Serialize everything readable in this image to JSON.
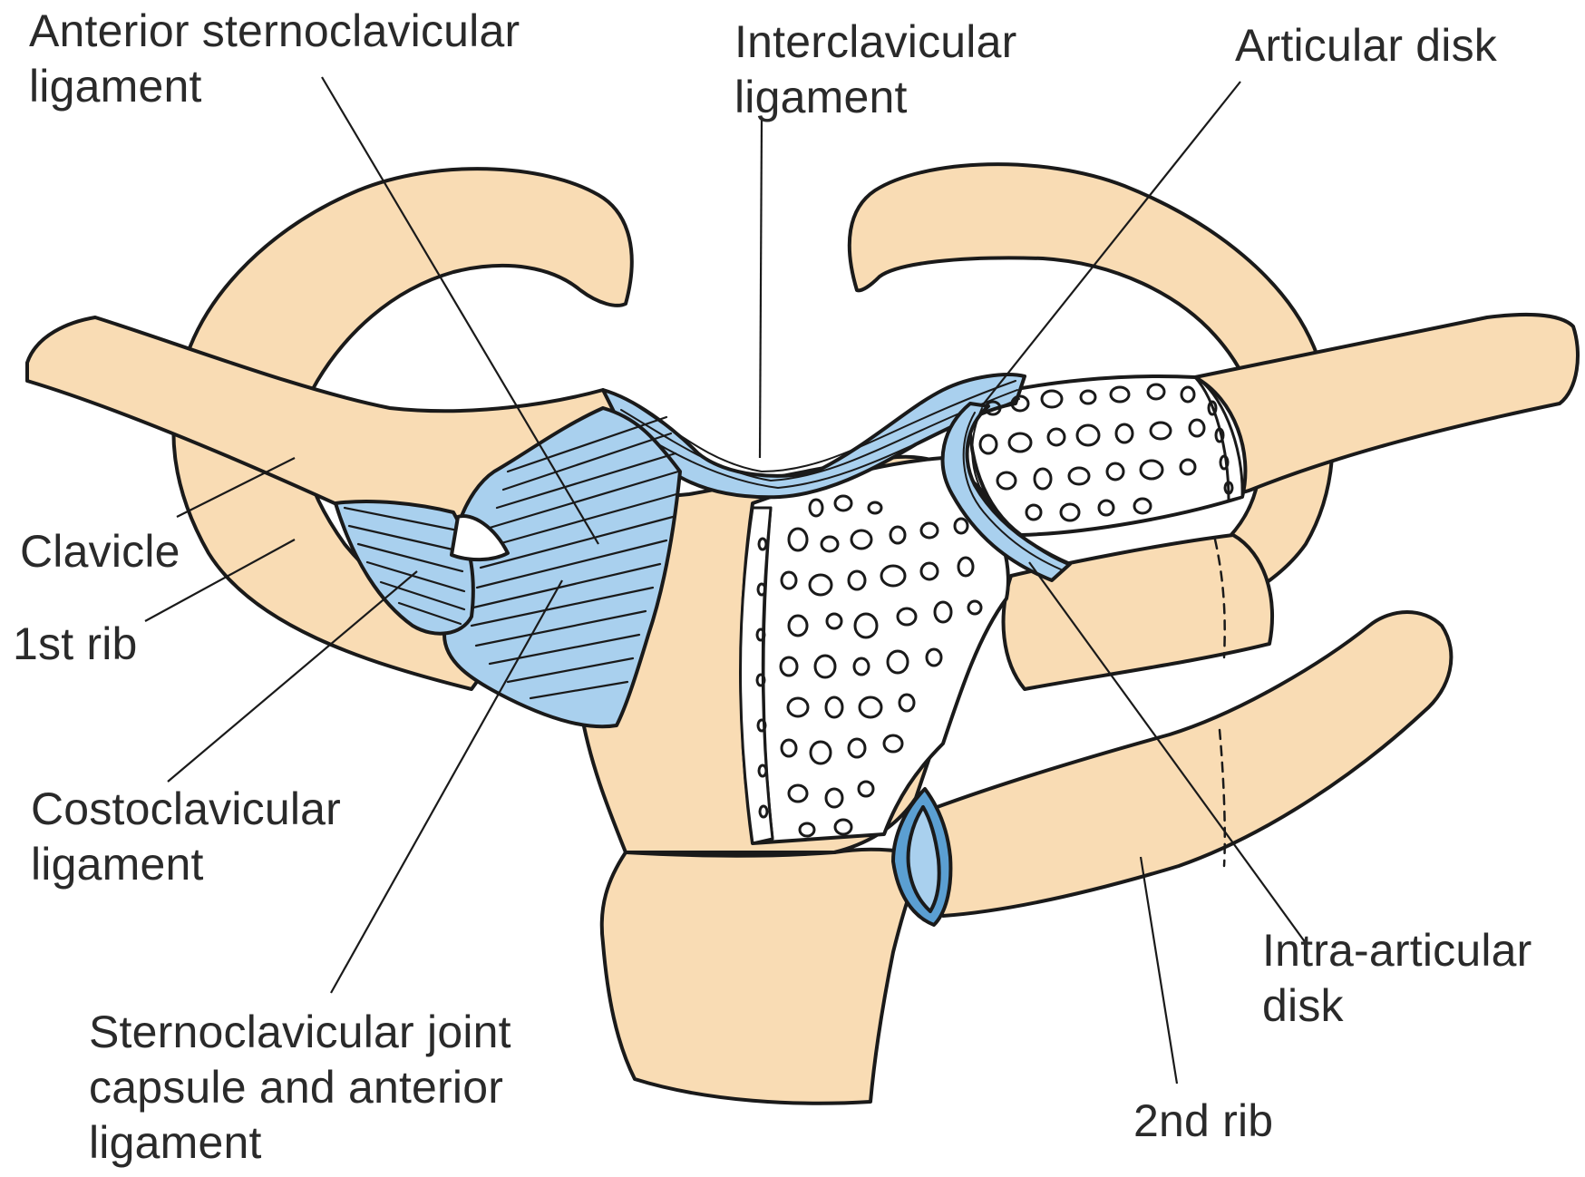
{
  "colors": {
    "bone": "#f9dcb4",
    "ligament": "#a9d0ee",
    "ligament_dark": "#5b9fd2",
    "outline": "#1a1a1a"
  },
  "labels": {
    "anterior_sternoclavicular": {
      "line1": "Anterior sternoclavicular",
      "line2": "ligament"
    },
    "interclavicular": {
      "line1": "Interclavicular",
      "line2": "ligament"
    },
    "articular_disk": {
      "line1": "Articular disk"
    },
    "clavicle": {
      "line1": "Clavicle"
    },
    "first_rib": {
      "line1": "1st rib"
    },
    "costoclavicular": {
      "line1": "Costoclavicular",
      "line2": "ligament"
    },
    "joint_capsule": {
      "line1": "Sternoclavicular joint",
      "line2": "capsule and anterior",
      "line3": "ligament"
    },
    "intra_articular": {
      "line1": "Intra-articular",
      "line2": "disk"
    },
    "second_rib": {
      "line1": "2nd rib"
    }
  }
}
